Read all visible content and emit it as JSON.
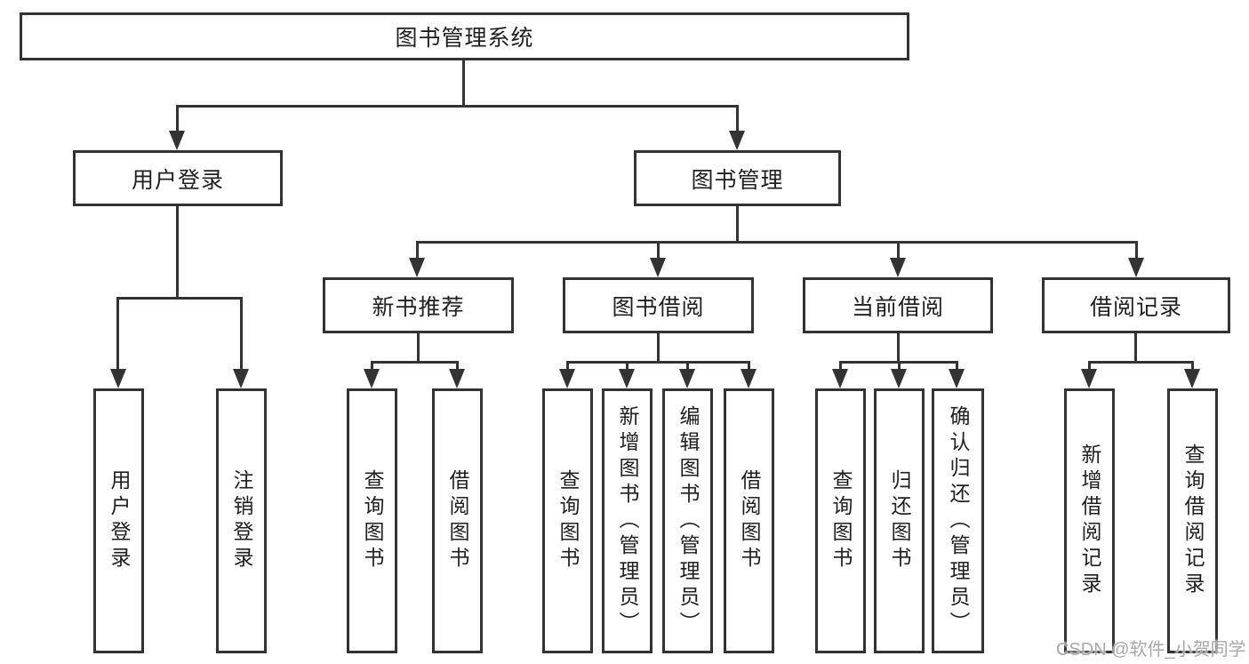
{
  "diagram_title": "图书管理系统",
  "colors": {
    "line": "#333333",
    "box_border": "#333333",
    "text": "#1f1f1f",
    "watermark": "#a8a8a8",
    "background": "#ffffff"
  },
  "nodes": {
    "root": "图书管理系统",
    "level2": [
      "用户登录",
      "图书管理"
    ],
    "level3": [
      "新书推荐",
      "图书借阅",
      "当前借阅",
      "借阅记录"
    ],
    "leaves": [
      "用户登录",
      "注销登录",
      "查询图书",
      "借阅图书",
      "查询图书",
      "新增图书（管理员）",
      "编辑图书（管理员）",
      "借阅图书",
      "查询图书",
      "归还图书",
      "确认归还（管理员）",
      "新增借阅记录",
      "查询借阅记录"
    ]
  },
  "watermark": "CSDN @软件_小贺同学"
}
